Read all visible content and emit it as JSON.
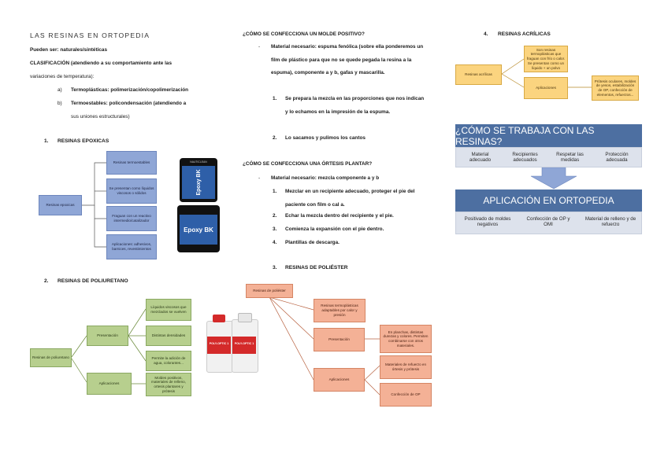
{
  "col1": {
    "title": "LAS RESINAS EN ORTOPEDIA",
    "intro1": "Pueden ser: naturales/sintéticas",
    "intro2": "CLASIFICACIÓN (atendiendo a su comportamiento ante las",
    "intro3": "variaciones de temperatura):",
    "items": [
      {
        "marker": "a)",
        "line1": "Termoplásticas: polimerización/copolimerización",
        "line2": ""
      },
      {
        "marker": "b)",
        "line1": "Termoestables: policondensación (atendiendo a",
        "line2": "sus uniones estructurales)"
      }
    ],
    "sec1_num": "1.",
    "sec1_title": "RESINAS EPOXICAS",
    "epoxy_root": "Resinas epoxicas",
    "epoxy_children": [
      "Resinas termoestables",
      "Se presentan como líquidos viscosos o sólidos",
      "Fraguan con un reactivo intermedio/catalizador",
      "Aplicaciones: adhesivos, barnices, revestimientos"
    ],
    "can_brand": "NAUTICLEAN",
    "can_top_label": "Epoxy BK",
    "can_bottom_label": "Epoxy BK",
    "sec2_num": "2.",
    "sec2_title": "RESINAS DE POLIURETANO",
    "pu_root": "Resinas de poliuretano",
    "pu_mid": [
      "Presentación",
      "Aplicaciones"
    ],
    "pu_leaves": [
      "Líquidos viscosos que mezclados se vuelven",
      "Distintas densidades",
      "Permite la adición de agua, colorantes...",
      "Moldes positivos, materiales de relleno, ortesis plantares y prótesis"
    ],
    "bottle_label": "POLY-OPTIC 1"
  },
  "col2": {
    "h1": "¿CÓMO SE CONFECCIONA UN MOLDE POSITIVO?",
    "p1": "Material necesario: espuma fenólica (sobre ella ponderemos un film de plástico para que no se quede pegada la resina a la espuma), componente a y b, gafas y mascarilla.",
    "steps1": [
      "Se prepara la mezcla en las proporciones que nos indican y lo echamos en la impresión de la espuma.",
      "Lo sacamos y pulimos los cantos"
    ],
    "h2": "¿CÓMO SE CONFECCIONA UNA ÓRTESIS PLANTAR?",
    "p2": "Material necesario: mezcla componente a y b",
    "steps2": [
      "Mezclar en un recipiente adecuado, proteger el pie del paciente con film o cal a.",
      "Echar la mezcla dentro del recipiente y el pie.",
      "Comienza la expansión con el pie dentro.",
      "Plantillas de descarga."
    ],
    "bullet": "-",
    "sec3_num": "3.",
    "sec3_title": "RESINAS DE POLIÉSTER",
    "poly_root": "Resinas de poliéster",
    "poly_mid": [
      "Resinas termoplásticas adaptables por calor y presión",
      "Presentación",
      "Aplicaciones"
    ],
    "poly_leaves": [
      "En planchas, distintas durezas y colores. Permiten combinarse con otros materiales.",
      "Materiales de refuerzo en órtesis y prótesis",
      "Confección de OP"
    ]
  },
  "col3": {
    "sec4_num": "4.",
    "sec4_title": "RESINAS ACRÍLICAS",
    "acr_root": "Resinas acrílicas",
    "acr_mid": [
      "Son resinas termoplásticas que fraguan con frío o calor. Se presentan como un líquido + un polvo",
      "Aplicaciones"
    ],
    "acr_leaf": "Prótesis oculares, moldes de yesos, estabilización de OP, confección de elementos, refuerzos...",
    "panel1_title": "¿CÓMO SE TRABAJA CON LAS RESINAS?",
    "panel1_items": [
      "Material adecuado",
      "Recipientes adecuados",
      "Respetar las medidas",
      "Protección adecuada"
    ],
    "panel2_title": "APLICACIÓN EN ORTOPEDIA",
    "panel2_items": [
      "Positivado de moldes negativos",
      "Confección de OP y OMI",
      "Material de relleno y de refuerzo"
    ]
  },
  "colors": {
    "panel_header": "#4d6fa1",
    "panel_body": "#dde2ec",
    "blue": "#8fa6d6",
    "green": "#b7cf8e",
    "orange": "#f4b196",
    "yellow": "#fbd47f"
  }
}
